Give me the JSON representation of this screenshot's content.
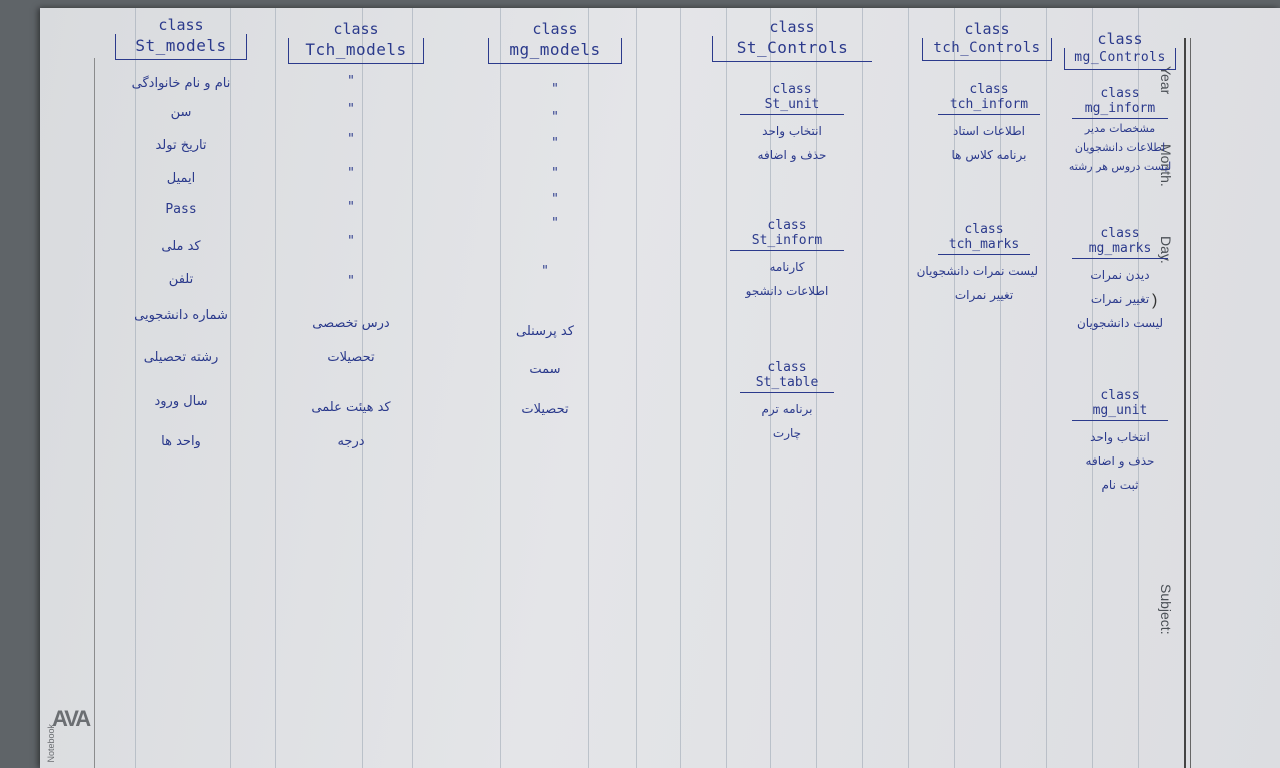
{
  "header_labels": {
    "year": "Year",
    "month": "Month.",
    "day": "Day.",
    "subject": "Subject:"
  },
  "brand": {
    "logo": "AVA",
    "sub": "Notebook"
  },
  "ditto": "\"",
  "columns": [
    {
      "class_word": "class",
      "name": "St_models",
      "items": [
        "نام و نام خانوادگی",
        "سن",
        "تاریخ تولد",
        "ایمیل",
        "Pass",
        "کد ملی",
        "تلفن",
        "شماره دانشجویی",
        "رشته تحصیلی",
        "سال ورود",
        "واحد ها"
      ]
    },
    {
      "class_word": "class",
      "name": "Tch_models",
      "items": [
        "درس تخصصی",
        "تحصیلات",
        "کد هیئت علمی",
        "درجه"
      ]
    },
    {
      "class_word": "class",
      "name": "mg_models",
      "items": [
        "کد پرسنلی",
        "سمت",
        "تحصیلات"
      ]
    },
    {
      "class_word": "class",
      "name": "St_Controls",
      "subs": [
        {
          "class_word": "class",
          "name": "St_unit",
          "items": [
            "انتخاب واحد",
            "حذف و اضافه"
          ]
        },
        {
          "class_word": "class",
          "name": "St_inform",
          "items": [
            "کارنامه",
            "اطلاعات دانشجو"
          ]
        },
        {
          "class_word": "class",
          "name": "St_table",
          "items": [
            "برنامه ترم",
            "چارت"
          ]
        }
      ]
    },
    {
      "class_word": "class",
      "name": "tch_Controls",
      "subs": [
        {
          "class_word": "class",
          "name": "tch_inform",
          "items": [
            "اطلاعات استاد",
            "برنامه کلاس ها"
          ]
        },
        {
          "class_word": "class",
          "name": "tch_marks",
          "items": [
            "لیست نمرات دانشجویان",
            "تغییر نمرات"
          ]
        }
      ]
    },
    {
      "class_word": "class",
      "name": "mg_Controls",
      "subs": [
        {
          "class_word": "class",
          "name": "mg_inform",
          "items": [
            "مشخصات مدیر",
            "اطلاعات دانشجویان",
            "لیست دروس هر رشته"
          ]
        },
        {
          "class_word": "class",
          "name": "mg_marks",
          "items": [
            "دیدن نمرات",
            "تغییر نمرات",
            "لیست دانشجویان"
          ]
        },
        {
          "class_word": "class",
          "name": "mg_unit",
          "items": [
            "انتخاب واحد",
            "حذف و اضافه",
            "ثبت نام"
          ]
        }
      ]
    }
  ]
}
